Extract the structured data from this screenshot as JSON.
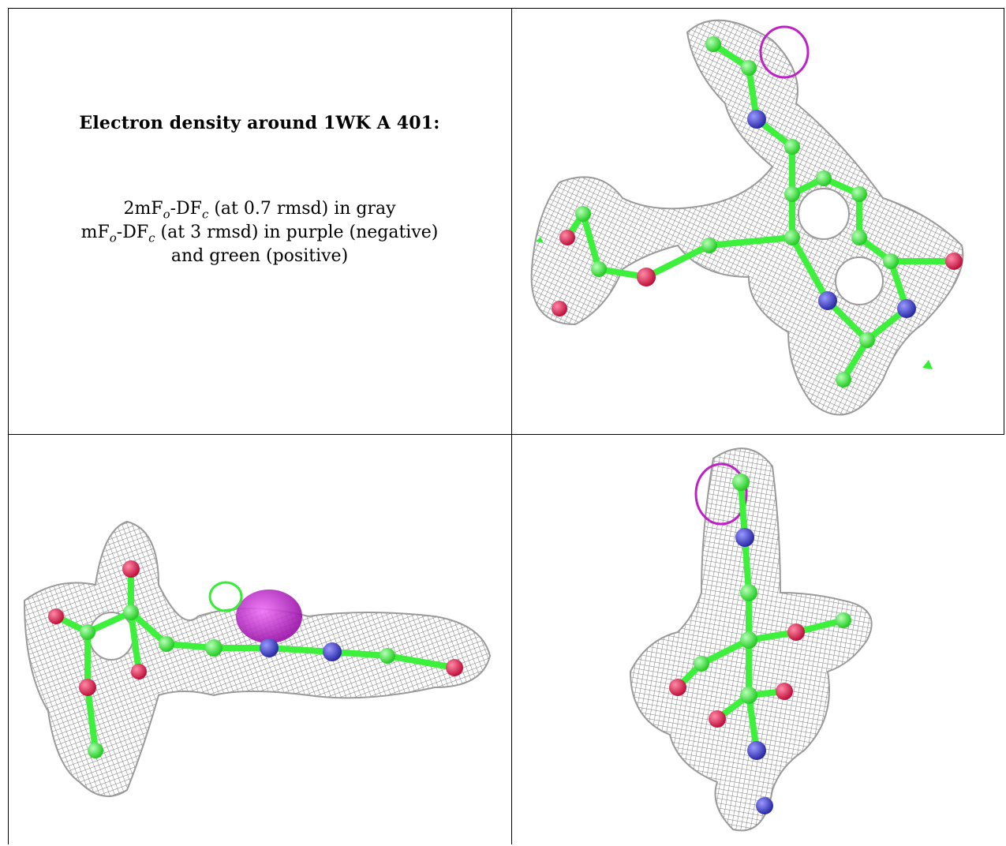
{
  "caption": {
    "title": "Electron density around 1WK A 401:",
    "line1": {
      "prefix": "2mF",
      "sub1": "o",
      "mid": "-DF",
      "sub2": "c",
      "rest": " (at 0.7 rmsd) in gray"
    },
    "line2": {
      "prefix": "mF",
      "sub1": "o",
      "mid": "-DF",
      "sub2": "c",
      "rest": " (at 3 rmsd) in purple (negative)"
    },
    "line3": "and green (positive)"
  },
  "colors": {
    "mesh_gray": "#8a8a8a",
    "negative_purple": "#c020c8",
    "positive_green": "#33ee33",
    "carbon_green": "#3cf03c",
    "nitrogen_blue": "#4444cc",
    "oxygen_red": "#e0205a",
    "grid_line": "#000000"
  },
  "panels": [
    {
      "id": "view-top-right",
      "icon": "electron-density-mesh-view-1"
    },
    {
      "id": "view-bottom-left",
      "icon": "electron-density-mesh-view-2"
    },
    {
      "id": "view-bottom-right",
      "icon": "electron-density-mesh-view-3"
    }
  ]
}
